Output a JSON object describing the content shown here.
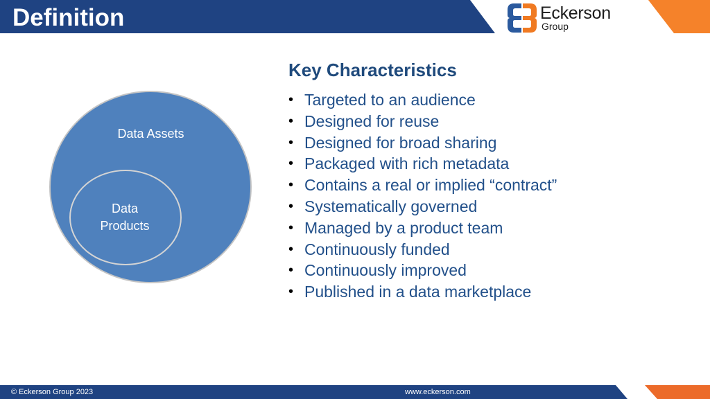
{
  "header": {
    "title": "Definition",
    "bar_color": "#1f4382",
    "accent_color": "#f5822a"
  },
  "logo": {
    "name": "Eckerson",
    "subtitle": "Group",
    "mark_colors": [
      "#2b5a9e",
      "#f07a22"
    ]
  },
  "diagram": {
    "outer_circle": {
      "label": "Data Assets",
      "fill": "#4f81bd",
      "stroke": "#c0c0c0"
    },
    "inner_circle": {
      "label_line1": "Data",
      "label_line2": "Products",
      "fill": "#4f81bd",
      "stroke": "#d0d0d0"
    }
  },
  "characteristics": {
    "title": "Key Characteristics",
    "items": [
      "Targeted to an audience",
      "Designed for reuse",
      "Designed for broad sharing",
      "Packaged with rich metadata",
      "Contains a real or implied “contract”",
      "Systematically governed",
      "Managed by a product team",
      "Continuously funded",
      "Continuously improved",
      "Published in a data marketplace"
    ]
  },
  "footer": {
    "copyright": "© Eckerson Group 2023",
    "url": "www.eckerson.com"
  }
}
